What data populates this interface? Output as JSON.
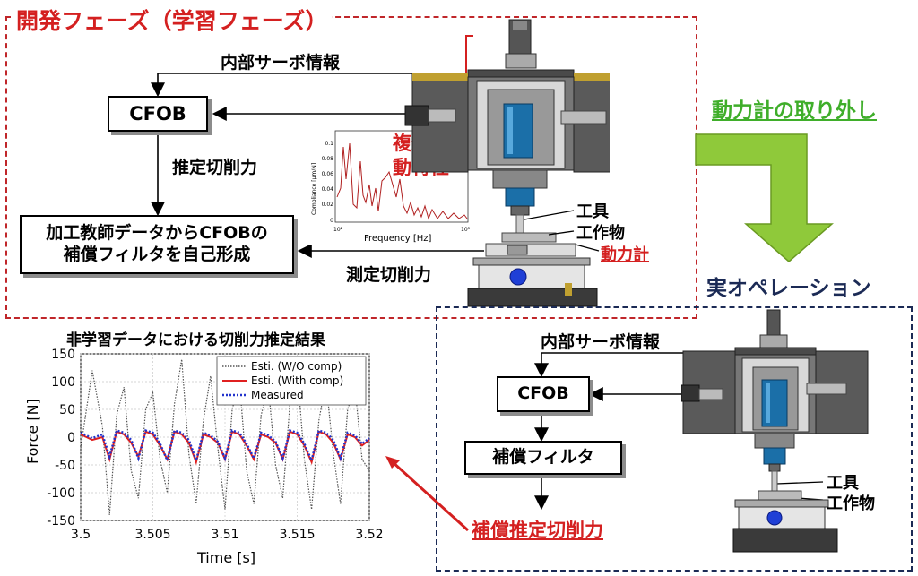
{
  "dev_phase": {
    "title": "開発フェーズ（学習フェーズ）",
    "internal_servo": "内部サーボ情報",
    "cfob": "CFOB",
    "estimated_force": "推定切削力",
    "build_filter_line1": "加工教師データからCFOBの",
    "build_filter_line2": "補償フィルタを自己形成",
    "measured_force": "測定切削力",
    "complex_dynamics_line1": "複雑な",
    "complex_dynamics_line2": "動特性",
    "tool": "工具",
    "workpiece": "工作物",
    "dynamometer": "動力計",
    "compliance_plot": {
      "ylabel": "Compliance [μm/N]",
      "xlabel": "Frequency [Hz]",
      "yticks": [
        "0.1",
        "0.08",
        "0.06",
        "0.04",
        "0.02",
        "0"
      ],
      "xtick_low": "10²",
      "xtick_high": "10³"
    }
  },
  "transition": {
    "label": "動力計の取り外し"
  },
  "real_op": {
    "title": "実オペレーション",
    "internal_servo": "内部サーボ情報",
    "cfob": "CFOB",
    "comp_filter": "補償フィルタ",
    "comp_est_force": "補償推定切削力",
    "tool": "工具",
    "workpiece": "工作物"
  },
  "colors": {
    "red": "#d42020",
    "green": "#3fae2a",
    "navy": "#1b2a55",
    "arrow_fill": "#8fc93a"
  },
  "chart_data": [
    {
      "type": "line",
      "title": "非学習データにおける切削力推定結果",
      "xlabel": "Time [s]",
      "ylabel": "Force [N]",
      "xlim": [
        3.5,
        3.52
      ],
      "ylim": [
        -150,
        150
      ],
      "xticks": [
        "3.5",
        "3.505",
        "3.51",
        "3.515",
        "3.52"
      ],
      "yticks": [
        "150",
        "100",
        "50",
        "0",
        "-50",
        "-100",
        "-150"
      ],
      "grid": true,
      "legend_position": "top-right",
      "series": [
        {
          "name": "Esti. (W/O comp)",
          "color": "#555555",
          "style": "dotted",
          "x": [
            3.5,
            3.5008,
            3.5015,
            3.502,
            3.5025,
            3.503,
            3.5035,
            3.504,
            3.5045,
            3.505,
            3.5055,
            3.506,
            3.5065,
            3.507,
            3.5075,
            3.508,
            3.5085,
            3.509,
            3.5095,
            3.51,
            3.5105,
            3.511,
            3.5115,
            3.512,
            3.5125,
            3.513,
            3.5135,
            3.514,
            3.5145,
            3.515,
            3.5155,
            3.516,
            3.5165,
            3.517,
            3.5175,
            3.518,
            3.5185,
            3.519,
            3.5195,
            3.52
          ],
          "y": [
            -20,
            120,
            20,
            -140,
            40,
            90,
            -60,
            -110,
            50,
            80,
            -40,
            -100,
            60,
            140,
            -30,
            -120,
            30,
            110,
            -20,
            -130,
            50,
            100,
            -60,
            -120,
            40,
            90,
            -50,
            -110,
            60,
            120,
            -40,
            -130,
            30,
            100,
            -30,
            -120,
            50,
            90,
            -40,
            -60
          ]
        },
        {
          "name": "Esti. (With comp)",
          "color": "#e02020",
          "style": "solid",
          "x": [
            3.5,
            3.5008,
            3.5015,
            3.502,
            3.5025,
            3.503,
            3.5035,
            3.504,
            3.5045,
            3.505,
            3.5055,
            3.506,
            3.5065,
            3.507,
            3.5075,
            3.508,
            3.5085,
            3.509,
            3.5095,
            3.51,
            3.5105,
            3.511,
            3.5115,
            3.512,
            3.5125,
            3.513,
            3.5135,
            3.514,
            3.5145,
            3.515,
            3.5155,
            3.516,
            3.5165,
            3.517,
            3.5175,
            3.518,
            3.5185,
            3.519,
            3.5195,
            3.52
          ],
          "y": [
            5,
            -5,
            0,
            -40,
            10,
            5,
            -10,
            -35,
            10,
            5,
            -15,
            -40,
            10,
            5,
            -10,
            -45,
            5,
            0,
            -10,
            -40,
            10,
            5,
            -15,
            -40,
            5,
            0,
            -10,
            -40,
            10,
            5,
            -15,
            -45,
            10,
            5,
            -10,
            -40,
            5,
            0,
            -15,
            -5
          ]
        },
        {
          "name": "Measured",
          "color": "#2233cc",
          "style": "dotted",
          "x": [
            3.5,
            3.5008,
            3.5015,
            3.502,
            3.5025,
            3.503,
            3.5035,
            3.504,
            3.5045,
            3.505,
            3.5055,
            3.506,
            3.5065,
            3.507,
            3.5075,
            3.508,
            3.5085,
            3.509,
            3.5095,
            3.51,
            3.5105,
            3.511,
            3.5115,
            3.512,
            3.5125,
            3.513,
            3.5135,
            3.514,
            3.5145,
            3.515,
            3.5155,
            3.516,
            3.5165,
            3.517,
            3.5175,
            3.518,
            3.5185,
            3.519,
            3.5195,
            3.52
          ],
          "y": [
            8,
            -2,
            5,
            -35,
            12,
            8,
            -5,
            -38,
            12,
            8,
            -12,
            -42,
            12,
            8,
            -5,
            -42,
            8,
            3,
            -8,
            -38,
            12,
            8,
            -12,
            -38,
            8,
            3,
            -8,
            -38,
            12,
            8,
            -12,
            -42,
            12,
            8,
            -5,
            -38,
            8,
            3,
            -12,
            -2
          ]
        }
      ]
    }
  ]
}
